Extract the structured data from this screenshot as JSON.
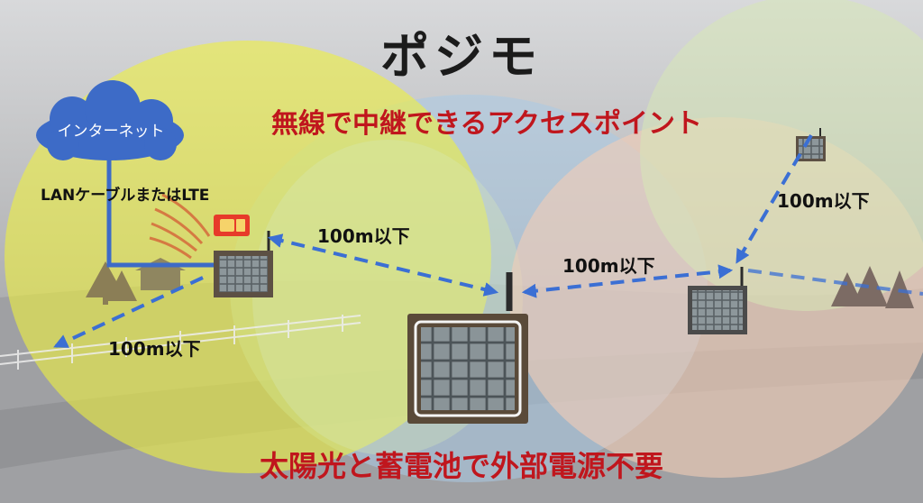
{
  "brand": {
    "logo_text": "ポジモ"
  },
  "tagline_top": "無線で中継できるアクセスポイント",
  "tagline_bottom": "太陽光と蓄電池で外部電源不要",
  "internet_cloud": {
    "label": "インターネット"
  },
  "uplink_label": "LANケーブルまたはLTE",
  "distance_labels": [
    "100m以下",
    "100m以下",
    "100m以下",
    "100m以下"
  ],
  "colors": {
    "title_red": "#c0161d",
    "link_arrow": "#3b6fd4",
    "cloud_blue": "#3d6bc7",
    "coverage_yellow": "#eef040",
    "coverage_blue": "#a9cbe6",
    "coverage_peach": "#f3cdb6",
    "coverage_green": "#d7e8b6"
  },
  "icons": [
    "cloud-icon",
    "sim-card-icon",
    "signal-waves-icon",
    "solar-panel-icon",
    "antenna-icon",
    "tree-icon",
    "house-icon",
    "fence-icon"
  ]
}
